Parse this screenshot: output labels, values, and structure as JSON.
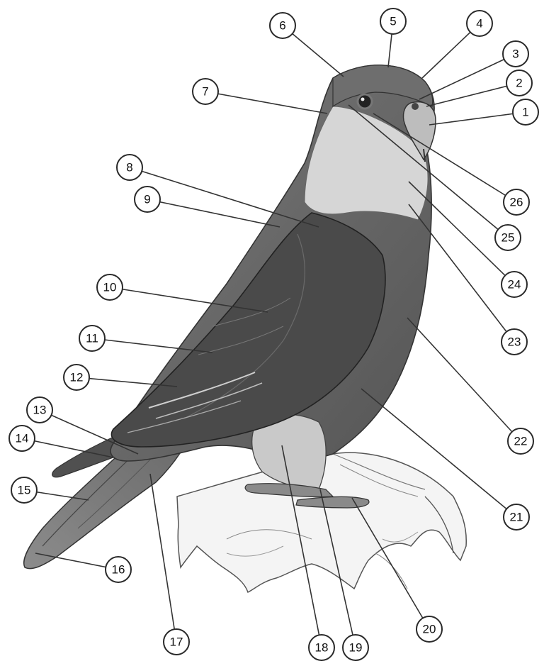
{
  "callouts": [
    {
      "label": "1"
    },
    {
      "label": "2"
    },
    {
      "label": "3"
    },
    {
      "label": "4"
    },
    {
      "label": "5"
    },
    {
      "label": "6"
    },
    {
      "label": "7"
    },
    {
      "label": "8"
    },
    {
      "label": "9"
    },
    {
      "label": "10"
    },
    {
      "label": "11"
    },
    {
      "label": "12"
    },
    {
      "label": "13"
    },
    {
      "label": "14"
    },
    {
      "label": "15"
    },
    {
      "label": "16"
    },
    {
      "label": "17"
    },
    {
      "label": "18"
    },
    {
      "label": "19"
    },
    {
      "label": "20"
    },
    {
      "label": "21"
    },
    {
      "label": "22"
    },
    {
      "label": "23"
    },
    {
      "label": "24"
    },
    {
      "label": "25"
    },
    {
      "label": "26"
    }
  ],
  "colors": {
    "ink": "#2a2a2a",
    "line": "#333333",
    "body": "#5e5e5e",
    "wing_dark": "#3f3f3f",
    "throat": "#d8d8d8",
    "beak": "#b8b8b8",
    "perch": "#f3f3f3"
  }
}
